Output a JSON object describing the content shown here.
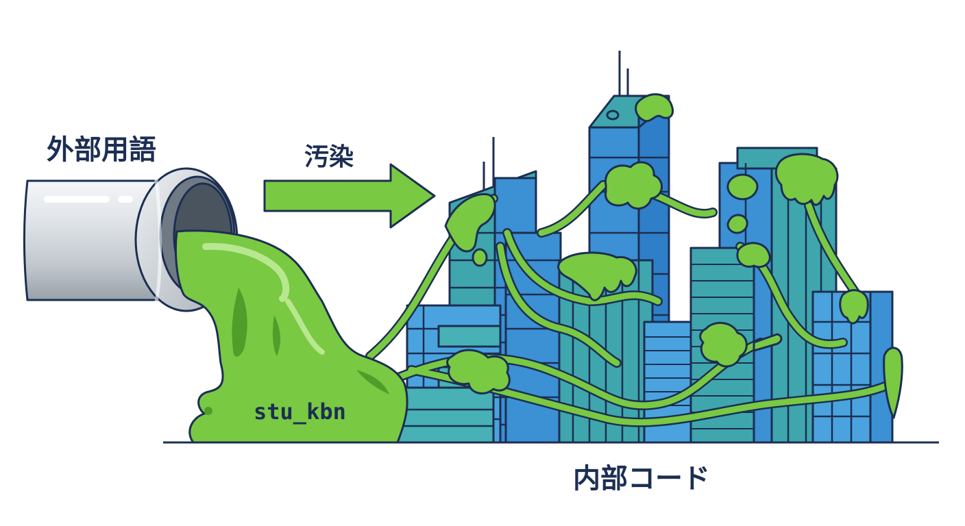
{
  "labels": {
    "external_term": "外部用語",
    "pollution": "汚染",
    "variable_name": "stu_kbn",
    "internal_code": "内部コード"
  },
  "colors": {
    "outline": "#1c2e52",
    "slime": "#79c943",
    "slime_dark": "#4f9e2a",
    "slime_light": "#b7e78f",
    "building_blue": "#3f8fd6",
    "building_teal": "#33aab0",
    "pipe_light": "#e8ebee",
    "pipe_mid": "#c7ccd1",
    "pipe_dark": "#9aa3aa",
    "background": "#ffffff"
  },
  "icons": {
    "pipe": "drain-pipe-icon",
    "arrow": "right-arrow-icon",
    "city": "city-skyline-icon",
    "slime": "green-slime-icon"
  }
}
